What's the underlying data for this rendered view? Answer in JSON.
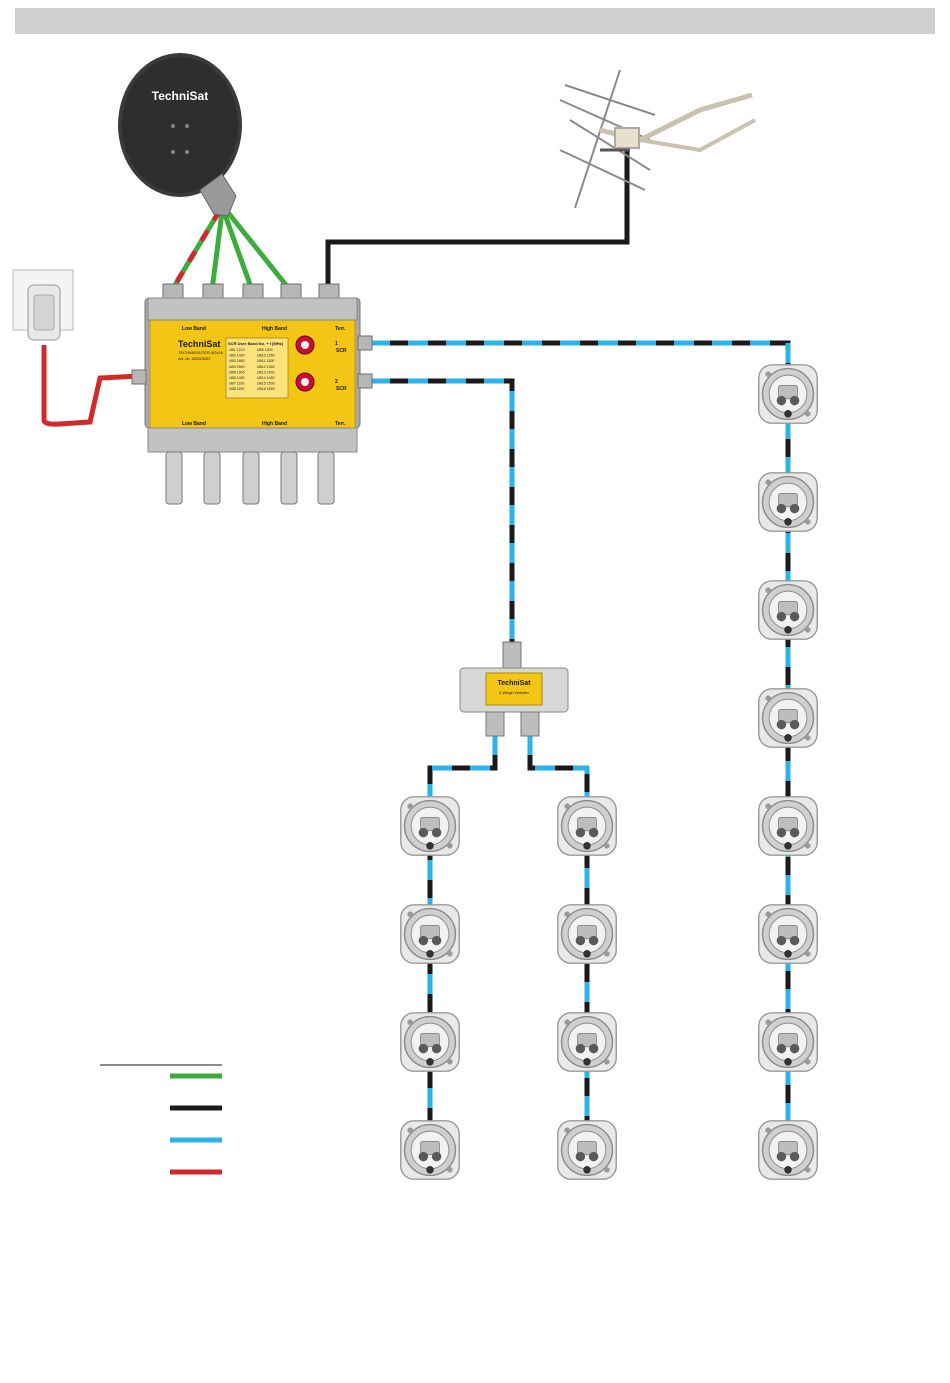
{
  "brand": "TechniSat",
  "colors": {
    "sat_cable": "#3cad3c",
    "black_cable": "#1a1a1a",
    "blue_cable": "#29b3e8",
    "red_cable": "#d22a2a",
    "router_body": "#f3c515",
    "header_bar": "#cfcfcf"
  },
  "router": {
    "brand": "TechniSat",
    "model": "TECHNIROUTER 5/2x16",
    "art_no": "Art.-Nr. 0000/3287",
    "low_band_label": "Low Band",
    "high_band_label": "High Band",
    "terr_label": "Terr.",
    "scr_header": "SCR User Band No. + f [MHz]",
    "scr_output_1": "1",
    "scr_output_2": "2",
    "scr_label": "SCR",
    "ub_list_left": [
      "UB1  1210",
      "UB2  1420",
      "UB3  1680",
      "UB4  2040",
      "UB5  1005",
      "UB6  1050",
      "UB7  1100",
      "UB8  1150"
    ],
    "ub_list_right": [
      "UB9  1200",
      "UB10 1250",
      "UB11 1300",
      "UB12 1350",
      "UB13 1400",
      "UB14 1450",
      "UB15 1500",
      "UB16 1550"
    ]
  },
  "splitter": {
    "brand": "TechniSat",
    "label": "2-Wege-Verteiler"
  },
  "outlets": {
    "left_column": 4,
    "middle_column": 4,
    "right_column": 8
  },
  "legend": {
    "entries": [
      {
        "color": "#3cad3c"
      },
      {
        "color": "#1a1a1a"
      },
      {
        "color": "#29b3e8"
      },
      {
        "color": "#d22a2a"
      }
    ]
  }
}
